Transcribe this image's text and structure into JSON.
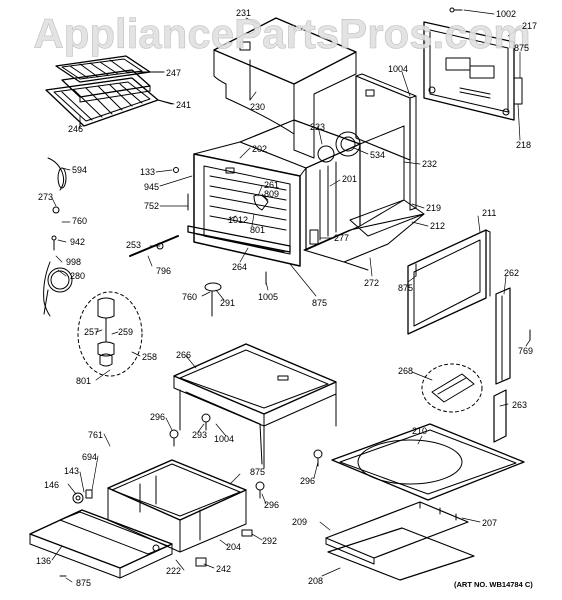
{
  "watermark": "AppliancePartsPros.com",
  "art_number": "(ART NO. WB14784 C)",
  "callouts": {
    "c231": "231",
    "c1002": "1002",
    "c217": "217",
    "c875a": "875",
    "c247": "247",
    "c1004a": "1004",
    "c241": "241",
    "c230": "230",
    "c246": "246",
    "c218": "218",
    "c223": "223",
    "c534": "534",
    "c202": "202",
    "c594": "594",
    "c133": "133",
    "c232": "232",
    "c945": "945",
    "c261": "261",
    "c201": "201",
    "c273": "273",
    "c809": "809",
    "c219": "219",
    "c752": "752",
    "c760a": "760",
    "c1012": "1012",
    "c801a": "801",
    "c211": "211",
    "c942": "942",
    "c212": "212",
    "c277": "277",
    "c253": "253",
    "c998": "998",
    "c264": "264",
    "c796": "796",
    "c280": "280",
    "c272": "272",
    "c875b": "875",
    "c262": "262",
    "c760b": "760",
    "c291": "291",
    "c1005": "1005",
    "c875c": "875",
    "c257": "257",
    "c259": "259",
    "c769": "769",
    "c258": "258",
    "c801b": "801",
    "c266": "266",
    "c268": "268",
    "c296a": "296",
    "c263": "263",
    "c293": "293",
    "c1004b": "1004",
    "c761": "761",
    "c210": "210",
    "c694": "694",
    "c143": "143",
    "c296b": "296",
    "c146": "146",
    "c875d": "875",
    "c296c": "296",
    "c209": "209",
    "c207": "207",
    "c292": "292",
    "c136": "136",
    "c204": "204",
    "c222": "222",
    "c242": "242",
    "c875e": "875",
    "c208": "208"
  }
}
